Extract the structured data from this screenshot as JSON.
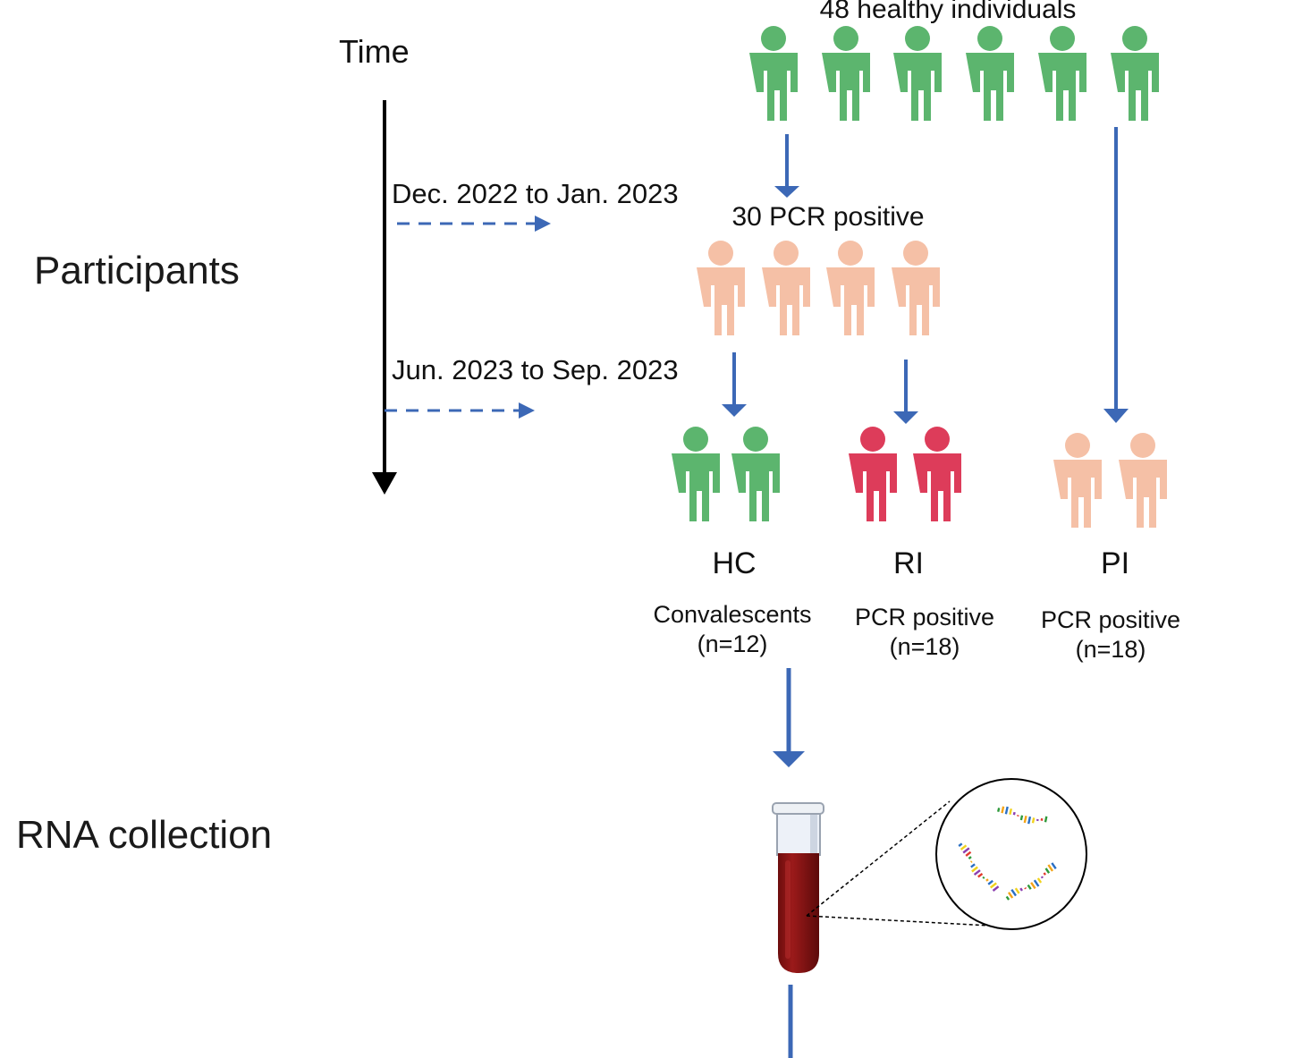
{
  "sections": {
    "participants": "Participants",
    "rna": "RNA collection"
  },
  "timeline": {
    "label": "Time",
    "period1": "Dec. 2022 to Jan. 2023",
    "period2": "Jun. 2023 to Sep. 2023"
  },
  "cohorts": {
    "healthy": "48 healthy individuals",
    "pcr_positive": "30 PCR positive"
  },
  "groups": [
    {
      "name": "HC",
      "desc": "Convalescents",
      "n": "(n=12)"
    },
    {
      "name": "RI",
      "desc": "PCR positive",
      "n": "(n=18)"
    },
    {
      "name": "PI",
      "desc": "PCR positive",
      "n": "(n=18)"
    }
  ],
  "colors": {
    "healthy": "#5cb56e",
    "infected": "#f5c0a6",
    "reinfected": "#dd3c5a",
    "arrow": "#3c68b6",
    "blood": "#8c1414"
  },
  "icons": {
    "person": "person-icon",
    "tube": "blood-tube-icon",
    "dna": "dna-fragments-icon"
  }
}
